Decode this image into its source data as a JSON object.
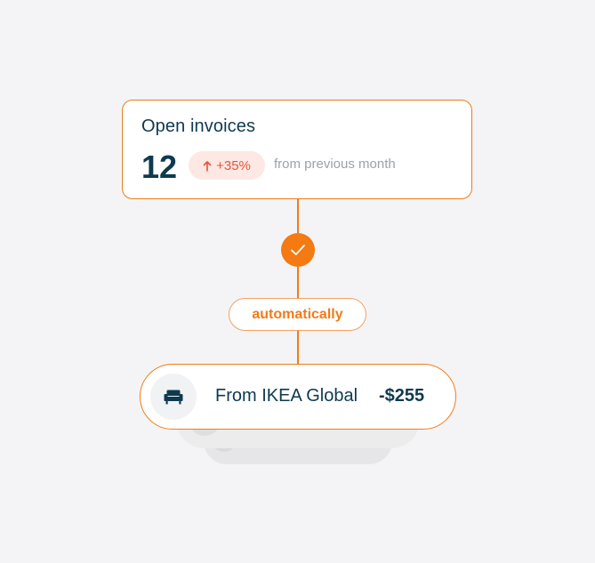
{
  "invoice_card": {
    "title": "Open invoices",
    "count": "12",
    "delta": "+35%",
    "delta_icon": "arrow-up-icon",
    "delta_caption": "from previous month"
  },
  "flow": {
    "check_icon": "check-icon",
    "automation_label": "automatically"
  },
  "transaction": {
    "icon": "armchair-icon",
    "label": "From IKEA Global",
    "amount": "-$255"
  },
  "colors": {
    "accent": "#f07c1a",
    "text_primary": "#0e3a4f",
    "delta_text": "#e8533a",
    "delta_bg": "#fde8e4",
    "muted_text": "#9aa3a9",
    "background": "#f4f4f6"
  }
}
